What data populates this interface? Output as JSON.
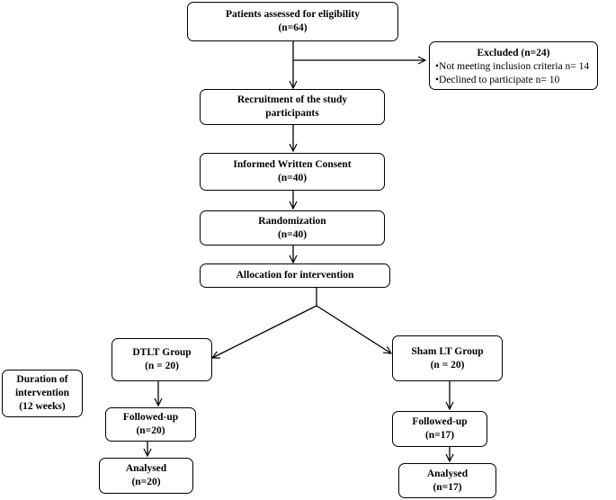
{
  "boxes": {
    "eligibility": {
      "line1": "Patients  assessed for eligibility",
      "line2": "(n=64)"
    },
    "excluded": {
      "title": "Excluded (n=24)",
      "items": [
        "•Not meeting inclusion criteria n= 14",
        "•Declined to participate n= 10"
      ]
    },
    "recruitment": {
      "line1": "Recruitment of the study",
      "line2": "participants"
    },
    "consent": {
      "line1": "Informed Written Consent",
      "line2": "(n=40)"
    },
    "randomization": {
      "line1": "Randomization",
      "line2": "(n=40)"
    },
    "allocation": {
      "line1": "Allocation for intervention"
    },
    "dtlt_group": {
      "line1": "DTLT Group",
      "line2": "(n = 20)"
    },
    "sham_group": {
      "line1": "Sham LT Group",
      "line2": "(n = 20)"
    },
    "duration": {
      "line1": "Duration of",
      "line2": "intervention",
      "line3": "(12 weeks)"
    },
    "dtlt_followup": {
      "line1": "Followed-up",
      "line2": "(n=20)"
    },
    "sham_followup": {
      "line1": "Followed-up",
      "line2": "(n=17)"
    },
    "dtlt_analysed": {
      "line1": "Analysed",
      "line2": "(n=20)"
    },
    "sham_analysed": {
      "line1": "Analysed",
      "line2": "(n=17)"
    }
  }
}
